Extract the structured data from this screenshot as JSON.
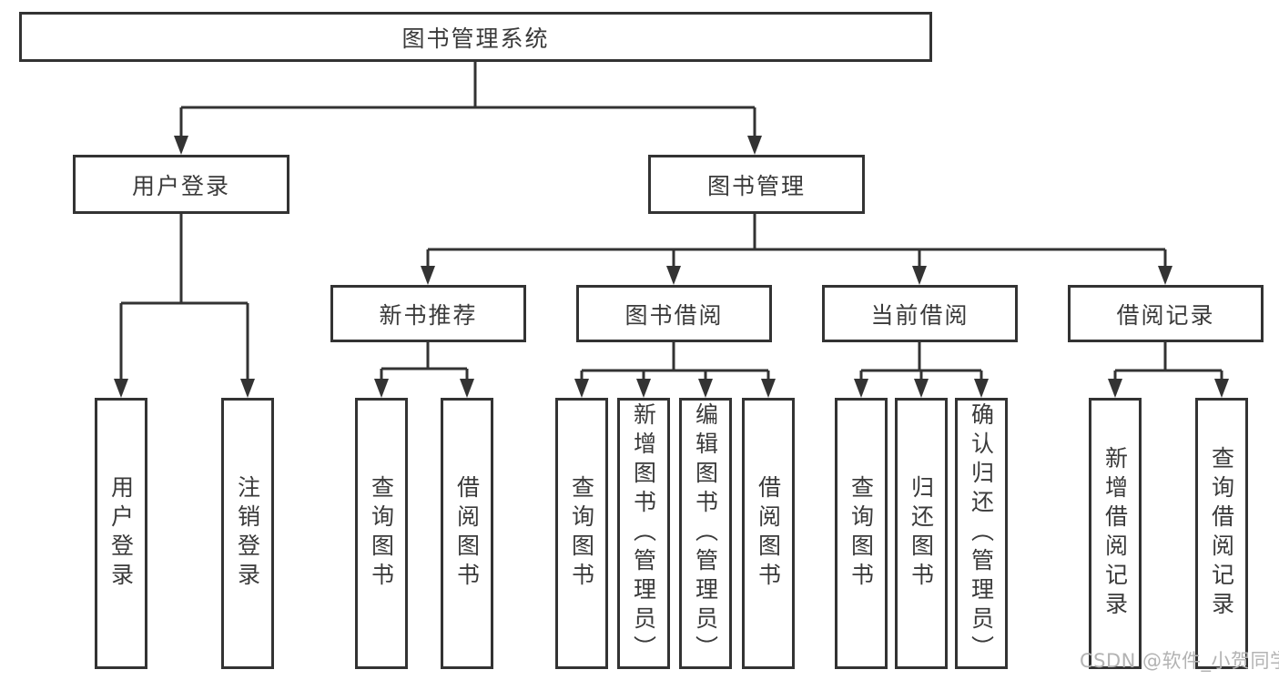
{
  "watermark": "CSDN @软件_小贺同学",
  "colors": {
    "line": "#333333",
    "box_border": "#333333",
    "text": "#3a3a3a",
    "watermark": "#b3b3b3",
    "background": "#ffffff"
  },
  "tree": {
    "root": {
      "label": "图书管理系统",
      "children": [
        {
          "label": "用户登录",
          "children": [
            {
              "label": "用户登录"
            },
            {
              "label": "注销登录"
            }
          ]
        },
        {
          "label": "图书管理",
          "children": [
            {
              "label": "新书推荐",
              "children": [
                {
                  "label": "查询图书"
                },
                {
                  "label": "借阅图书"
                }
              ]
            },
            {
              "label": "图书借阅",
              "children": [
                {
                  "label": "查询图书"
                },
                {
                  "label": "新增图书（管理员）"
                },
                {
                  "label": "编辑图书（管理员）"
                },
                {
                  "label": "借阅图书"
                }
              ]
            },
            {
              "label": "当前借阅",
              "children": [
                {
                  "label": "查询图书"
                },
                {
                  "label": "归还图书"
                },
                {
                  "label": "确认归还（管理员）"
                }
              ]
            },
            {
              "label": "借阅记录",
              "children": [
                {
                  "label": "新增借阅记录"
                },
                {
                  "label": "查询借阅记录"
                }
              ]
            }
          ]
        }
      ]
    }
  }
}
